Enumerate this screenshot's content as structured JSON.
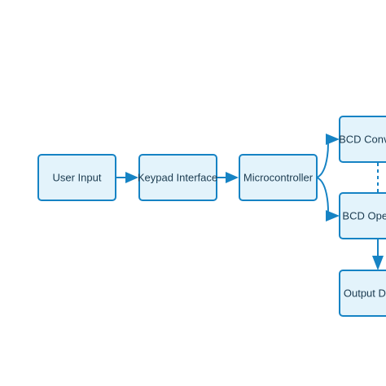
{
  "diagram": {
    "nodes": {
      "user_input": "User Input",
      "keypad_interface": "Keypad Interface",
      "microcontroller": "Microcontroller",
      "bcd_conversion": "BCD Conversion",
      "bcd_operation": "BCD Operation",
      "output_display": "Output Display"
    }
  },
  "colors": {
    "node_fill": "#e3f3fb",
    "node_stroke": "#1683c4",
    "edge": "#1683c4",
    "text": "#1b3b50"
  }
}
